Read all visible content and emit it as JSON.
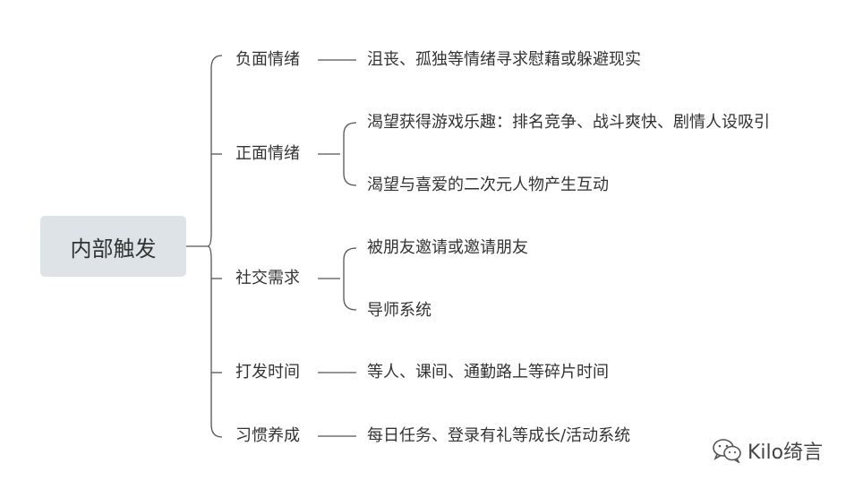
{
  "root": {
    "label": "内部触发"
  },
  "categories": [
    {
      "label": "负面情绪",
      "items": [
        "沮丧、孤独等情绪寻求慰藉或躲避现实"
      ]
    },
    {
      "label": "正面情绪",
      "items": [
        "渴望获得游戏乐趣：排名竞争、战斗爽快、剧情人设吸引",
        "渴望与喜爱的二次元人物产生互动"
      ]
    },
    {
      "label": "社交需求",
      "items": [
        "被朋友邀请或邀请朋友",
        "导师系统"
      ]
    },
    {
      "label": "打发时间",
      "items": [
        "等人、课间、通勤路上等碎片时间"
      ]
    },
    {
      "label": "习惯养成",
      "items": [
        "每日任务、登录有礼等成长/活动系统"
      ]
    }
  ],
  "watermark": {
    "text": "Kilo绮言",
    "icon": "wechat-icon"
  },
  "colors": {
    "line": "#555555",
    "root_bg": "#dde3e6",
    "text": "#333333"
  }
}
